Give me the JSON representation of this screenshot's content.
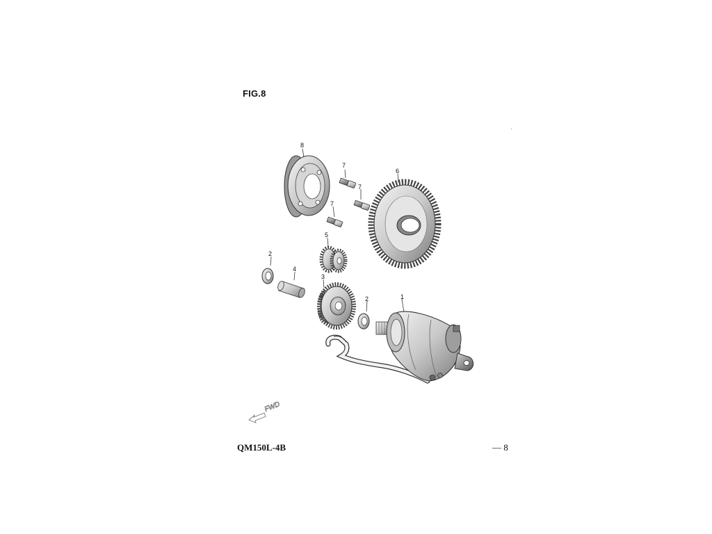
{
  "figure": {
    "title": "FIG.8",
    "model": "QM150L-4B",
    "page_number": "— 8"
  },
  "parts": {
    "p1": "1",
    "p2a": "2",
    "p2b": "2",
    "p3": "3",
    "p4": "4",
    "p5": "5",
    "p6": "6",
    "p7a": "7",
    "p7b": "7",
    "p7c": "7",
    "p8": "8"
  },
  "direction": {
    "label": "FWD"
  }
}
